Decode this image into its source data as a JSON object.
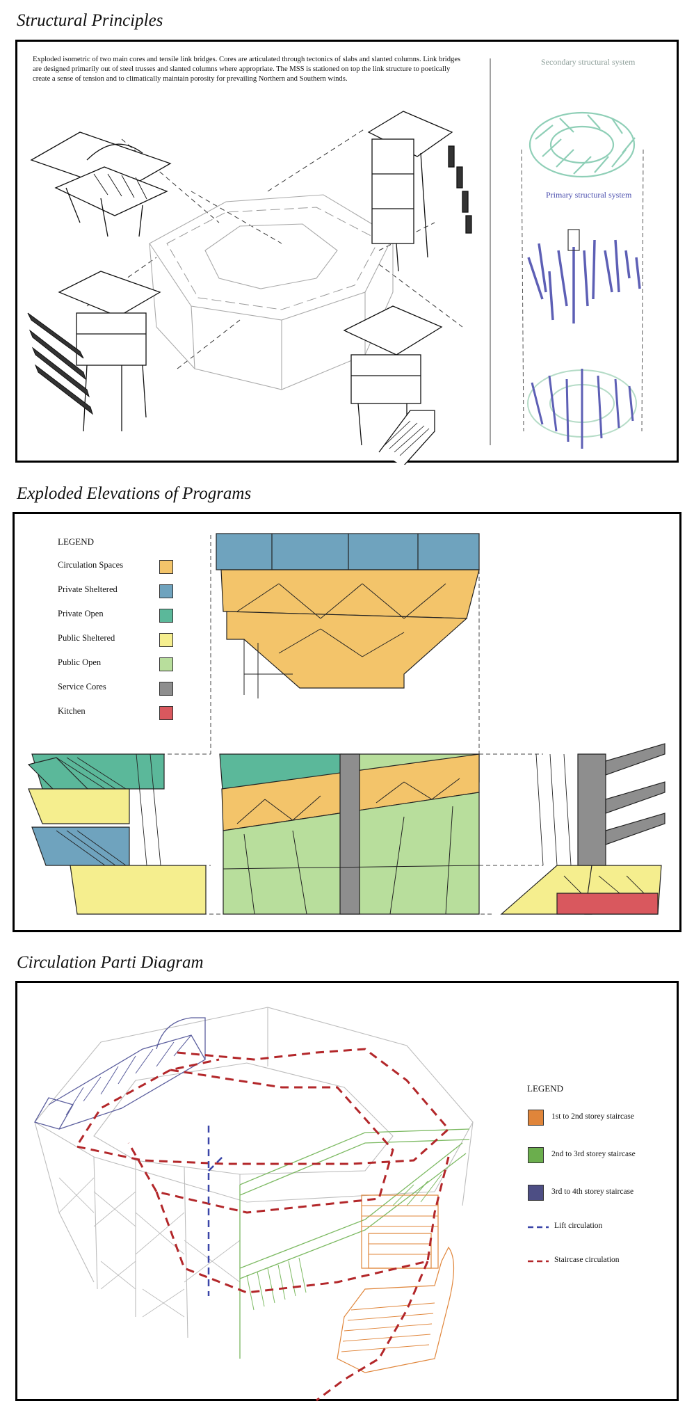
{
  "sections": {
    "structural": {
      "title": "Structural Principles",
      "description": "Exploded isometric of two main cores and tensile link bridges. Cores are articulated through tectonics of slabs and slanted columns. Link bridges are designed primarily out of steel trusses and slanted columns where appropriate. The MSS is stationed on top the link structure to poetically create a sense of tension and to climatically maintain porosity for prevailing Northern and Southern winds.",
      "secondary_label": "Secondary structural system",
      "primary_label": "Primary structural system"
    },
    "elevations": {
      "title": "Exploded Elevations of  Programs",
      "legend_title": "LEGEND",
      "legend": [
        {
          "label": "Circulation Spaces",
          "color": "#F3C46A"
        },
        {
          "label": "Private Sheltered",
          "color": "#6FA3BE"
        },
        {
          "label": "Private Open",
          "color": "#5BB89A"
        },
        {
          "label": "Public Sheltered",
          "color": "#F5EE8E"
        },
        {
          "label": "Public Open",
          "color": "#B8DE9C"
        },
        {
          "label": "Service Cores",
          "color": "#8E8E8E"
        },
        {
          "label": "Kitchen",
          "color": "#D9585E"
        }
      ]
    },
    "circulation": {
      "title": "Circulation Parti Diagram",
      "legend_title": "LEGEND",
      "legend": [
        {
          "label": "1st to 2nd storey staircase",
          "color": "#E0853A"
        },
        {
          "label": "2nd to 3rd storey staircase",
          "color": "#6BAE4D"
        },
        {
          "label": "3rd to 4th storey staircase",
          "color": "#4D4E84"
        }
      ],
      "lines": [
        {
          "label": "Lift circulation",
          "color": "#3A45A8"
        },
        {
          "label": "Staircase circulation",
          "color": "#B3272A"
        }
      ]
    }
  }
}
